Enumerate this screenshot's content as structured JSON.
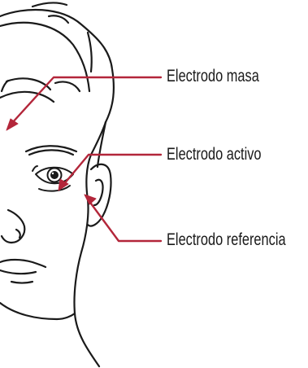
{
  "labels": {
    "masa": "Electrodo masa",
    "activo": "Electrodo activo",
    "referencia": "Electrodo referencia"
  },
  "colors": {
    "arrow": "#b3263a",
    "line": "#1a1a1a",
    "background": "#ffffff"
  }
}
